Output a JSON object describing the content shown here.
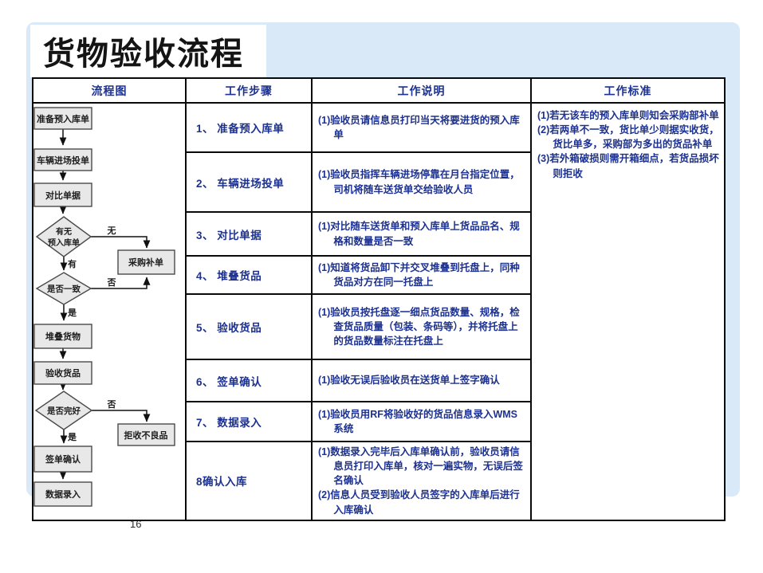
{
  "slide": {
    "title": "货物验收流程",
    "page_number": "16"
  },
  "colors": {
    "background_panel": "#d9e9f7",
    "table_text_navy": "#1c3190",
    "flow_box_fill": "#e8e8e8",
    "flow_box_border": "#4a4a4a",
    "table_border": "#0a0a0a"
  },
  "table": {
    "headers": [
      "流程图",
      "工作步骤",
      "工作说明",
      "工作标准"
    ],
    "rows": [
      {
        "step": "1、 准备预入库单",
        "desc": [
          "(1)验收员请信息员打印当天将要进货的预入库单"
        ]
      },
      {
        "step": "2、 车辆进场投单",
        "desc": [
          "(1)验收员指挥车辆进场停靠在月台指定位置，司机将随车送货单交给验收人员"
        ]
      },
      {
        "step": "3、 对比单据",
        "desc": [
          "(1)对比随车送货单和预入库单上货品品名、规格和数量是否一致"
        ]
      },
      {
        "step": "4、 堆叠货品",
        "desc": [
          "(1)知道将货品卸下并交叉堆叠到托盘上，同种货品对方在同一托盘上"
        ]
      },
      {
        "step": "5、 验收货品",
        "desc": [
          "(1)验收员按托盘逐一细点货品数量、规格，检查货品质量（包装、条码等），并将托盘上的货品数量标注在托盘上"
        ]
      },
      {
        "step": "6、 签单确认",
        "desc": [
          "(1)验收无误后验收员在送货单上签字确认"
        ]
      },
      {
        "step": "7、 数据录入",
        "desc": [
          "(1)验收员用RF将验收好的货品信息录入WMS系统"
        ]
      },
      {
        "step": "8确认入库",
        "desc": [
          "(1)数据录入完毕后入库单确认前，验收员请信息员打印入库单，核对一遍实物，无误后签名确认",
          "(2)信息人员受到验收人员签字的入库单后进行入库确认"
        ]
      }
    ],
    "standards": [
      "(1)若无该车的预入库单则知会采购部补单",
      "(2)若两单不一致，货比单少则据实收货，货比单多，采购部为多出的货品补单",
      "(3)若外箱破损则需开箱细点，若货品损坏则拒收"
    ]
  },
  "flowchart": {
    "boxes": {
      "prepare": "准备预入库单",
      "vehicle": "车辆进场投单",
      "compare": "对比单据",
      "stack": "堆叠货物",
      "inspect": "验收货品",
      "sign": "签单确认",
      "data_entry": "数据录入",
      "purchase": "采购补单",
      "reject": "拒收不良品"
    },
    "decisions": {
      "has_order_line1": "有无",
      "has_order_line2": "预入库单",
      "consistent": "是否一致",
      "intact": "是否完好"
    },
    "labels": {
      "no1": "无",
      "yes1": "有",
      "no2": "否",
      "yes2": "是",
      "no3": "否",
      "yes3": "是"
    }
  }
}
